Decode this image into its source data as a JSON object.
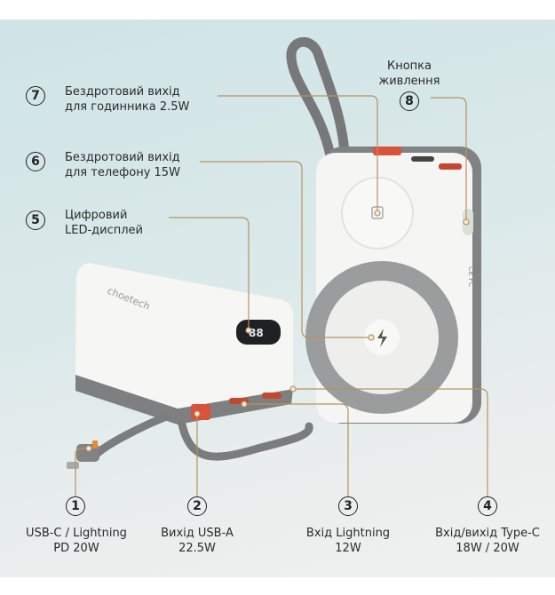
{
  "callouts": {
    "c7": {
      "number": "7",
      "line1": "Бездротовий вихід",
      "line2": "для годинника 2.5W"
    },
    "c6": {
      "number": "6",
      "line1": "Бездротовий вихід",
      "line2": "для телефону 15W"
    },
    "c5": {
      "number": "5",
      "line1": "Цифровий",
      "line2": "LED-дисплей"
    },
    "c8": {
      "number": "8",
      "line1": "Кнопка",
      "line2": "живлення"
    },
    "c1": {
      "number": "1",
      "line1": "USB-C / Lightning",
      "line2": "PD 20W"
    },
    "c2": {
      "number": "2",
      "line1": "Вихід USB-A",
      "line2": "22.5W"
    },
    "c3": {
      "number": "3",
      "line1": "Вхід Lightning",
      "line2": "12W"
    },
    "c4": {
      "number": "4",
      "line1": "Вхід/вихід Type-C",
      "line2": "18W / 20W"
    }
  },
  "brand": "choetech",
  "display_reading": "88",
  "colors": {
    "leader": "#b8935f",
    "body": "#f4f4f2",
    "trim": "#8a8b8b",
    "port": "#d9523a"
  }
}
